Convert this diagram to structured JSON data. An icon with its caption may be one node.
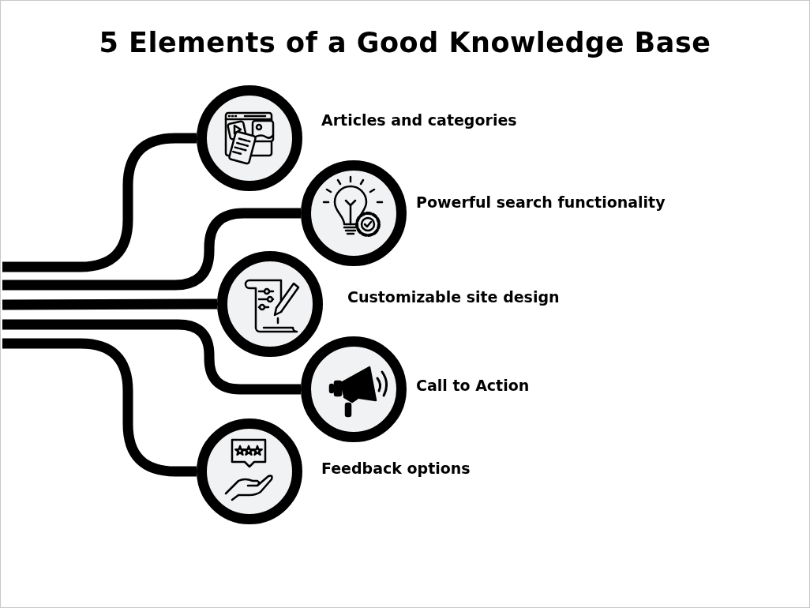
{
  "diagram": {
    "title": "5 Elements of a Good Knowledge Base",
    "nodes": [
      {
        "text": [
          "Articles and categories"
        ]
      },
      {
        "text": [
          "Powerful search functionality"
        ]
      },
      {
        "text": [
          "Customizable site design"
        ]
      },
      {
        "text": [
          "Call to Action"
        ]
      },
      {
        "text": [
          "Feedback options"
        ]
      }
    ],
    "edges": [
      {
        "from": null,
        "to": 0,
        "arrow": "none"
      },
      {
        "from": null,
        "to": 1,
        "arrow": "none"
      },
      {
        "from": null,
        "to": 2,
        "arrow": "none"
      },
      {
        "from": null,
        "to": 3,
        "arrow": "none"
      },
      {
        "from": null,
        "to": 4,
        "arrow": "none"
      }
    ]
  }
}
